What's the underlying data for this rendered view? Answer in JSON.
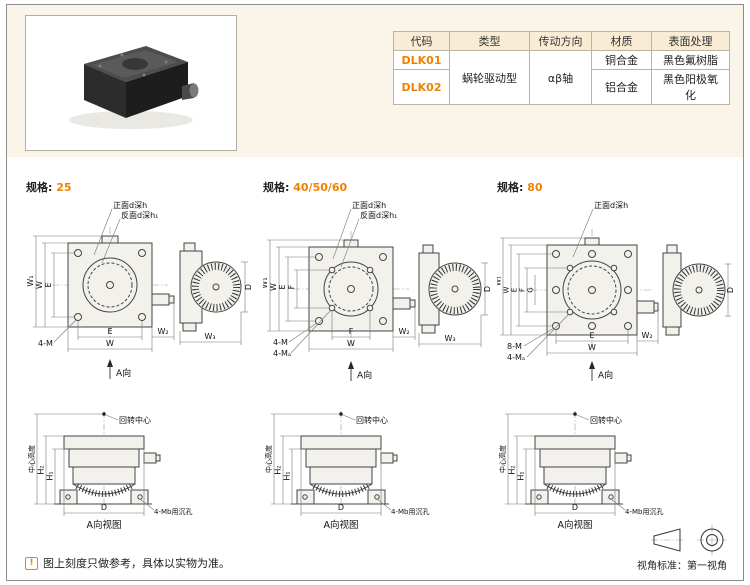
{
  "page": {
    "footer_note_icon": "!",
    "footer_note": "图上刻度只做参考，具体以实物为准。",
    "view_standard_label": "视角标准：第一视角"
  },
  "product_table": {
    "columns": [
      "代码",
      "类型",
      "传动方向",
      "材质",
      "表面处理"
    ],
    "type_merged": "蜗轮驱动型",
    "direction_merged": "αβ轴",
    "rows": [
      {
        "code": "DLK01",
        "material": "铜合金",
        "surface": "黑色氟树脂"
      },
      {
        "code": "DLK02",
        "material": "铝合金",
        "surface": "黑色阳极氧化"
      }
    ]
  },
  "accent_color": "#ef8200",
  "sections": [
    {
      "spec_label": "规格:",
      "spec_value": "25",
      "upper": {
        "note_front": "正面d深h",
        "note_back": "反面d深h₁",
        "dim_w1": "W₁",
        "dim_w_left": "W",
        "dim_e_left": "E",
        "hole_label_1": "4-M",
        "dim_e_bottom": "E",
        "dim_w2": "W₂",
        "dim_w_bottom": "W",
        "arrow_label": "A向",
        "dim_d": "D",
        "dim_w3": "W₃"
      },
      "lower": {
        "rotation_center": "回转中心",
        "center_height": "中心高度",
        "dim_h2": "H₂",
        "dim_h1": "H₁",
        "dim_d": "D",
        "counterbore_label": "4-Mb用沉孔",
        "caption": "A向视图"
      }
    },
    {
      "spec_label": "规格:",
      "spec_value": "40/50/60",
      "upper": {
        "note_front": "正面d深h",
        "note_back": "反面d深h₁",
        "dim_w1": "W₁",
        "dim_w_left": "W",
        "dim_e_left": "E",
        "dim_f_left": "F",
        "hole_label_1": "4-M",
        "hole_label_2": "4-Mₐ",
        "dim_f_bottom": "F",
        "dim_w2": "W₂",
        "dim_w_bottom": "W",
        "arrow_label": "A向",
        "dim_d": "D",
        "dim_w3": "W₃"
      },
      "lower": {
        "rotation_center": "回转中心",
        "center_height": "中心高度",
        "dim_h2": "H₂",
        "dim_h1": "H₁",
        "dim_d": "D",
        "counterbore_label": "4-Mb用沉孔",
        "caption": "A向视图"
      }
    },
    {
      "spec_label": "规格:",
      "spec_value": "80",
      "upper": {
        "note_front": "正面d深h",
        "dim_w1": "W₁",
        "dim_w_left": "W",
        "dim_e_left": "E",
        "dim_f_left": "F",
        "dim_g_left": "G",
        "hole_label_1": "8-M",
        "hole_label_2": "4-Mₐ",
        "dim_e_bottom": "E",
        "dim_w2": "W₂",
        "dim_w_bottom": "W",
        "arrow_label": "A向",
        "dim_d": "D"
      },
      "lower": {
        "rotation_center": "回转中心",
        "center_height": "中心高度",
        "dim_h2": "H₂",
        "dim_h1": "H₁",
        "dim_d": "D",
        "counterbore_label": "4-Mb用沉孔",
        "caption": "A向视图"
      }
    }
  ]
}
